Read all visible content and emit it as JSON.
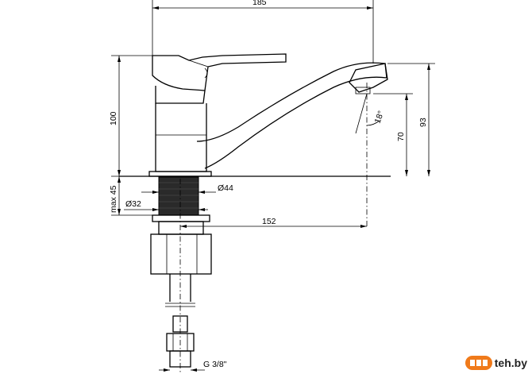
{
  "dimensions": {
    "overall_width": "185",
    "height_total": "100",
    "spout_height": "93",
    "spout_outlet_height": "70",
    "spout_reach": "152",
    "aerator_angle": "18°",
    "mount_thickness": "max 45",
    "hole_diameter": "Ø32",
    "base_diameter": "Ø44",
    "connection_thread": "G 3/8\""
  },
  "watermark": {
    "brand": "teh.by"
  },
  "colors": {
    "line": "#000000",
    "accent": "#f07a1a",
    "thread_fill": "#2a2a2a"
  }
}
